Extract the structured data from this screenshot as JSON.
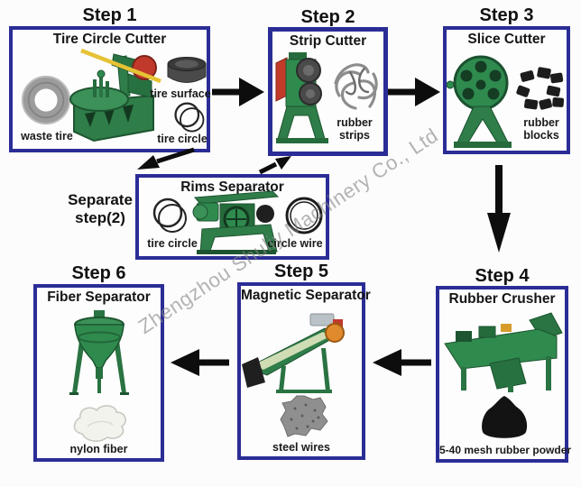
{
  "watermark": {
    "text": "Zhengzhou Shuliy Machinery Co., Ltd"
  },
  "separate_step": {
    "line1": "Separate",
    "line2": "step(2)"
  },
  "steps": {
    "step1": {
      "step_label": "Step 1",
      "title": "Tire Circle Cutter",
      "labels": {
        "waste_tire": "waste tire",
        "tire_surface": "tire surface",
        "tire_circle": "tire circle"
      }
    },
    "step2": {
      "step_label": "Step 2",
      "title": "Strip Cutter",
      "labels": {
        "rubber_strips": "rubber strips"
      }
    },
    "step3": {
      "step_label": "Step 3",
      "title": "Slice Cutter",
      "labels": {
        "rubber_blocks": "rubber blocks"
      }
    },
    "rims": {
      "title": "Rims Separator",
      "labels": {
        "tire_circle": "tire circle",
        "circle_wire": "circle wire"
      }
    },
    "step4": {
      "step_label": "Step 4",
      "title": "Rubber Crusher",
      "labels": {
        "rubber_powder": "5-40 mesh rubber powder"
      }
    },
    "step5": {
      "step_label": "Step 5",
      "title": "Magnetic Separator",
      "labels": {
        "steel_wires": "steel wires"
      }
    },
    "step6": {
      "step_label": "Step 6",
      "title": "Fiber Separator",
      "labels": {
        "nylon_fiber": "nylon fiber"
      }
    }
  },
  "colors": {
    "box_border": "#2b2d96",
    "arrow": "#0d0d0d",
    "machine_green": "#2f8a4e",
    "accent_red": "#c0392b",
    "accent_yellow": "#e6c235",
    "accent_orange": "#e08a2e",
    "watermark_gray": "#868686"
  }
}
